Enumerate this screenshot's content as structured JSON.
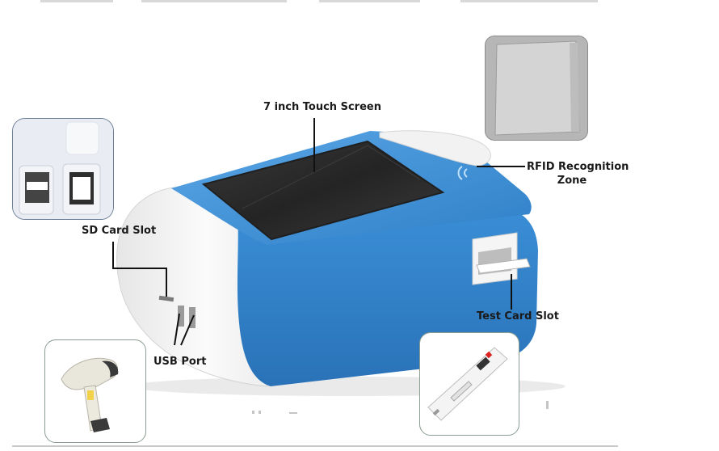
{
  "labels": {
    "touch_screen": "7 inch Touch Screen",
    "rfid_line1": "RFID Recognition",
    "rfid_line2": "Zone",
    "sd_card_slot": "SD Card Slot",
    "usb_port": "USB Port",
    "test_card_slot": "Test Card Slot"
  },
  "colors": {
    "device_blue": "#3a8fd6",
    "device_blue_dark": "#2b78c0",
    "device_white": "#f4f4f4",
    "screen": "#2e2e2e",
    "label_text": "#1a1a1a"
  },
  "insets": {
    "sd_cards": "sd-card-photo",
    "rfid_card": "rfid-card-photo",
    "scanner": "barcode-scanner-photo",
    "test_card": "test-card-photo"
  }
}
